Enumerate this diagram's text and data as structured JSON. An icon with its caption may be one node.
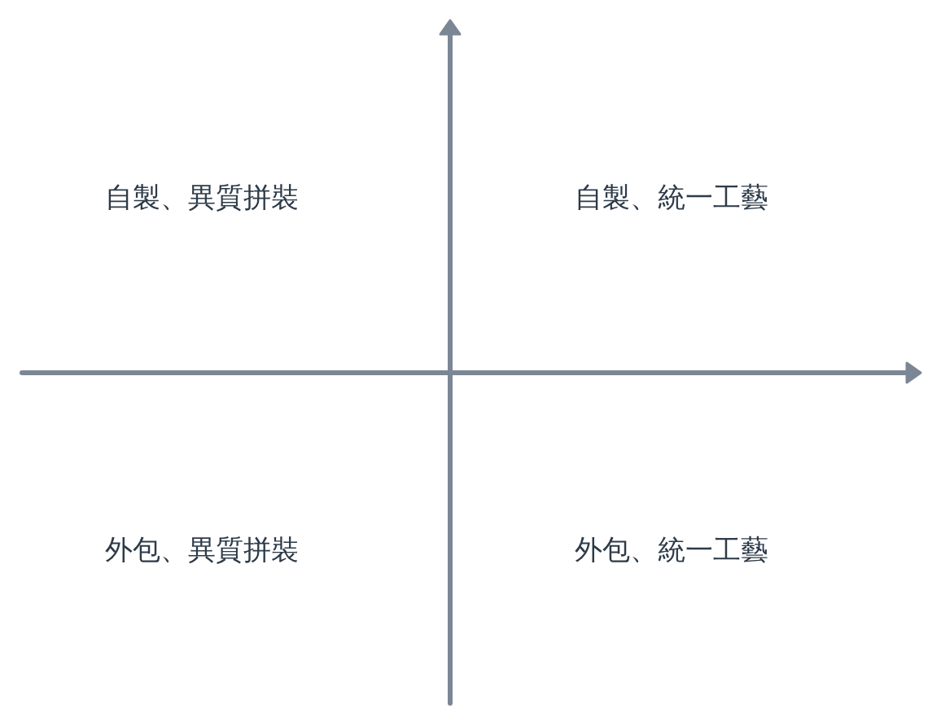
{
  "diagram": {
    "labels": [
      "自製、異質拼裝",
      "自製、統一工藝",
      "外包、異質拼裝",
      "外包、統一工藝"
    ]
  }
}
